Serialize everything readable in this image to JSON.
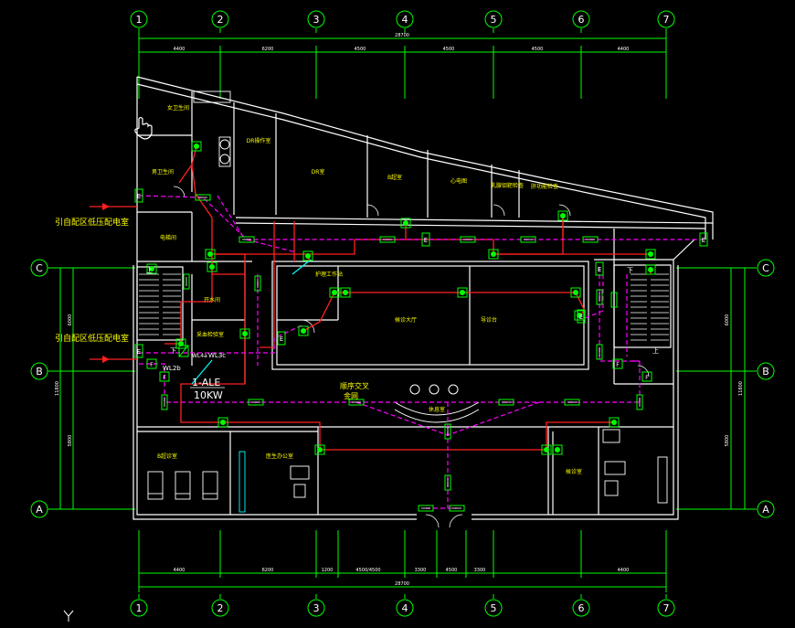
{
  "grid_columns": [
    "1",
    "2",
    "3",
    "4",
    "5",
    "6",
    "7"
  ],
  "grid_rows": [
    "C",
    "B",
    "A"
  ],
  "top_dims": [
    "4400",
    "6200",
    "4500",
    "4500",
    "4500",
    "4400"
  ],
  "top_total": "28700",
  "bottom_dims": [
    "4400",
    "6200",
    "1200",
    "4500/4500",
    "3300",
    "4500",
    "3300",
    "4400"
  ],
  "bottom_total": "28700",
  "left_dims": [
    "6000",
    "5800"
  ],
  "left_total": "11800",
  "right_dims": [
    "6000",
    "5800"
  ],
  "right_total": "11800",
  "notes": {
    "source_upper": "引自配区低压配电室",
    "source_lower": "引自配区低压配电室",
    "panel_id": "1-ALE",
    "panel_power": "10KW",
    "wl2b": "WL2b",
    "wl3c": "WL3c",
    "wl4a": "WL4a",
    "ceiling_note_1": "顺序交叉",
    "ceiling_note_2": "金网"
  },
  "rooms": [
    "女卫生间",
    "男卫生间",
    "DR操作室",
    "DR室",
    "B超室",
    "心电图",
    "乳腺钼靶检查",
    "肝功能检查",
    "电梯间",
    "开水间",
    "采血检验室",
    "候诊大厅",
    "护理工作站",
    "导诊台",
    "休息室",
    "B超诊室",
    "医生办公室",
    "候诊室"
  ],
  "markers": {
    "exit_label": "E",
    "stair_up": "上",
    "stair_down": "下",
    "f_box": "F"
  },
  "colors": {
    "wall": "#ffffff",
    "grid": "#00ff00",
    "dim": "#00ff00",
    "red_circuit": "#ff2020",
    "magenta_circuit": "#ff00ff",
    "cyan_label": "#00ffff",
    "room_label": "#ffff00",
    "background": "#000000"
  },
  "icons": [
    "pointer-hand-icon",
    "y-axis-icon"
  ]
}
